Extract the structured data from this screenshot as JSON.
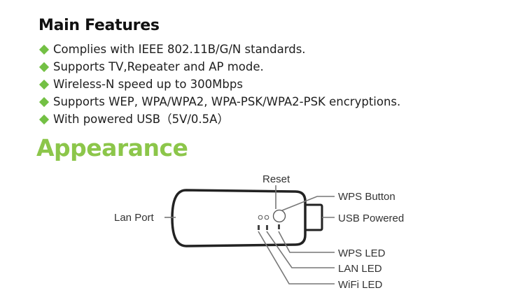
{
  "main_features": {
    "title": "Main Features",
    "items": [
      "Complies with IEEE 802.11B/G/N standards.",
      "Supports TV,Repeater and AP mode.",
      "Wireless-N speed up to 300Mbps",
      "Supports WEP, WPA/WPA2, WPA-PSK/WPA2-PSK encryptions.",
      "With powered USB（5V/0.5A）"
    ]
  },
  "appearance": {
    "title": "Appearance",
    "labels": {
      "reset": "Reset",
      "wps_button": "WPS Button",
      "usb_powered": "USB Powered",
      "lan_port": "Lan Port",
      "wps_led": "WPS LED",
      "lan_led": "LAN LED",
      "wifi_led": "WiFi LED"
    }
  },
  "colors": {
    "bullet": "#73c044",
    "appearance_title": "#8cc64a"
  }
}
